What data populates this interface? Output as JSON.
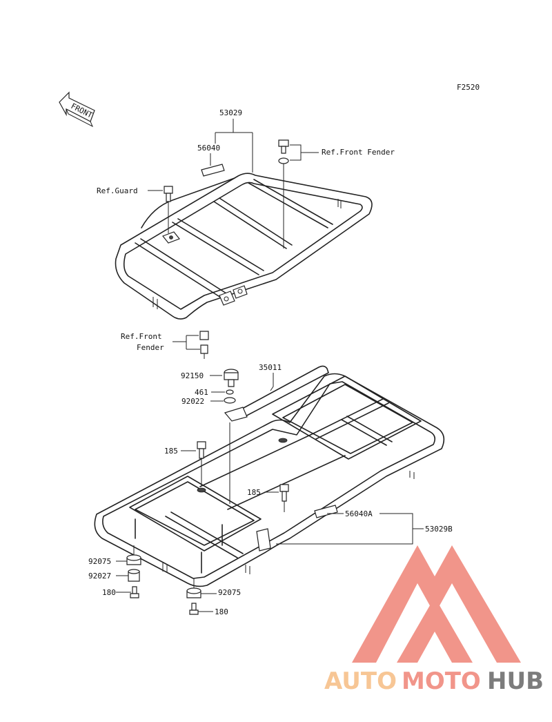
{
  "figure_code": "F2520",
  "front_arrow": "FRONT",
  "upper": {
    "assembly": "53029",
    "label_part": "56040",
    "ref_front_fender": "Ref.Front Fender",
    "ref_guard": "Ref.Guard"
  },
  "lower": {
    "ref_front_fender_1": "Ref.Front",
    "ref_front_fender_2": "Fender",
    "bar": "35011",
    "knob": "92150",
    "nut": "461",
    "washer": "92022",
    "bolt_left": "185",
    "bolt_right": "185",
    "label_part": "56040A",
    "assembly": "53029B",
    "damper_top_left": "92075",
    "collar": "92027",
    "bolt_bottom_left": "180",
    "damper_bottom": "92075",
    "bolt_bottom": "180"
  },
  "watermark": {
    "part1": "AUTO",
    "part2": "MOTO",
    "part3": "HUB",
    "color1": "#F7C08A",
    "color2": "#F08A7E",
    "color3": "#6E6E6E",
    "logo_color": "#F08A7E"
  }
}
